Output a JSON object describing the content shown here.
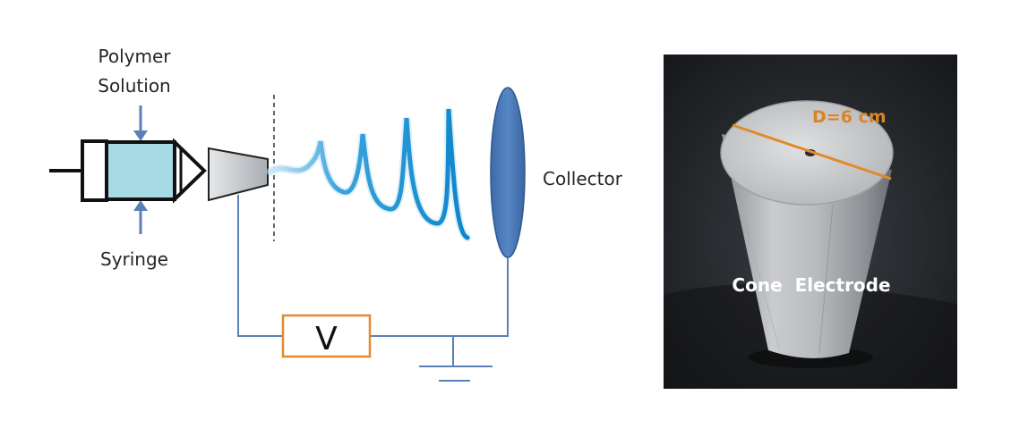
{
  "schematic": {
    "polymer_label_line1": "Polymer",
    "polymer_label_line2": "Solution",
    "syringe_label": "Syringe",
    "collector_label": "Collector",
    "voltage_label": "V"
  },
  "photo": {
    "diameter_label": "D=6 cm",
    "electrode_label": "Cone  Electrode"
  },
  "colors": {
    "wire": "#5b7fb8",
    "syringe_fill": "#a6dbe6",
    "nozzle_fill": "#cfd2d4",
    "jet": "#1a8fd0",
    "collector": "#4d79b8",
    "voltage_box": "#e38a2c",
    "diameter_line": "#e08a2a"
  }
}
